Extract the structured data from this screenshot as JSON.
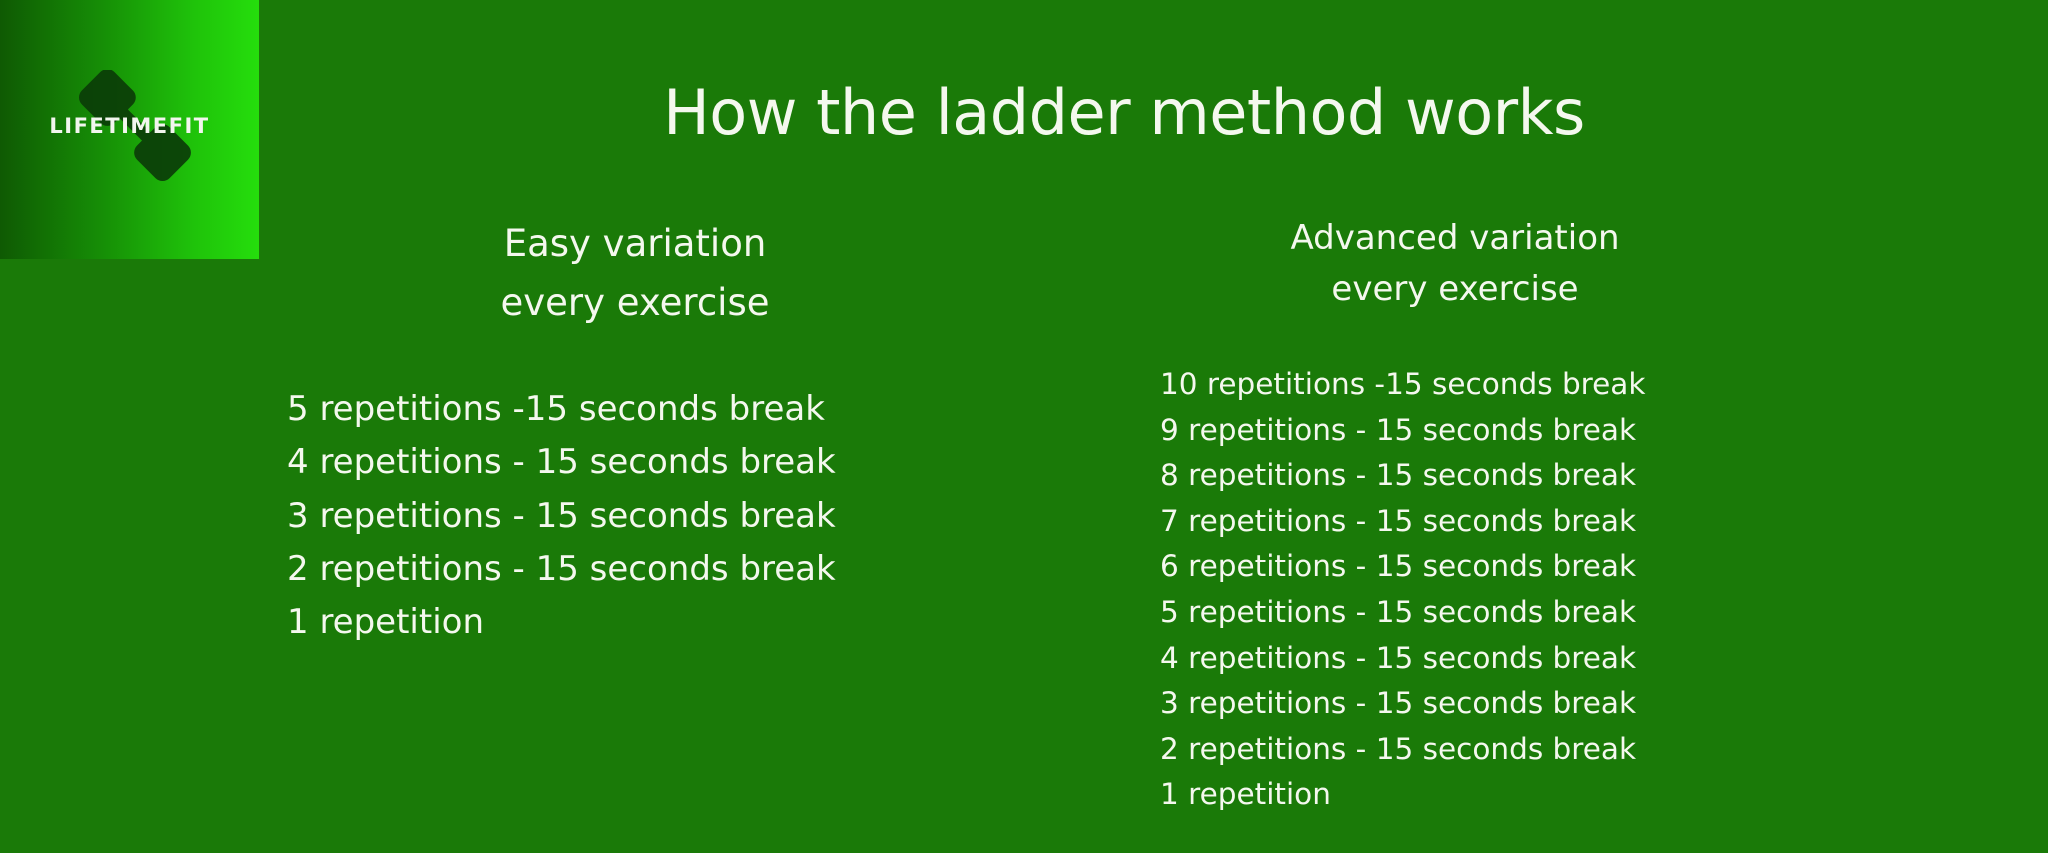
{
  "brand": {
    "name": "LIFETIMEFIT",
    "icon": "dumbbell-icon",
    "gradient": [
      "#0f5a03",
      "#25de0c"
    ]
  },
  "colors": {
    "background": "#1a7a08",
    "text": "#f4f8ee",
    "dumbbell": "#0b3d08"
  },
  "title": "How the ladder method works",
  "easy": {
    "heading_line1": "Easy variation",
    "heading_line2": "every exercise",
    "items": [
      "5 repetitions -15 seconds break",
      "4 repetitions - 15 seconds break",
      "3 repetitions - 15 seconds break",
      "2 repetitions - 15 seconds break",
      "1 repetition"
    ]
  },
  "advanced": {
    "heading_line1": "Advanced variation",
    "heading_line2": "every exercise",
    "items": [
      "10 repetitions -15 seconds break",
      "9 repetitions - 15 seconds break",
      "8 repetitions - 15 seconds break",
      "7 repetitions - 15 seconds break",
      "6 repetitions - 15 seconds break",
      "5 repetitions - 15 seconds break",
      "4 repetitions - 15 seconds break",
      "3 repetitions - 15 seconds break",
      "2 repetitions - 15 seconds break",
      "1 repetition"
    ]
  }
}
